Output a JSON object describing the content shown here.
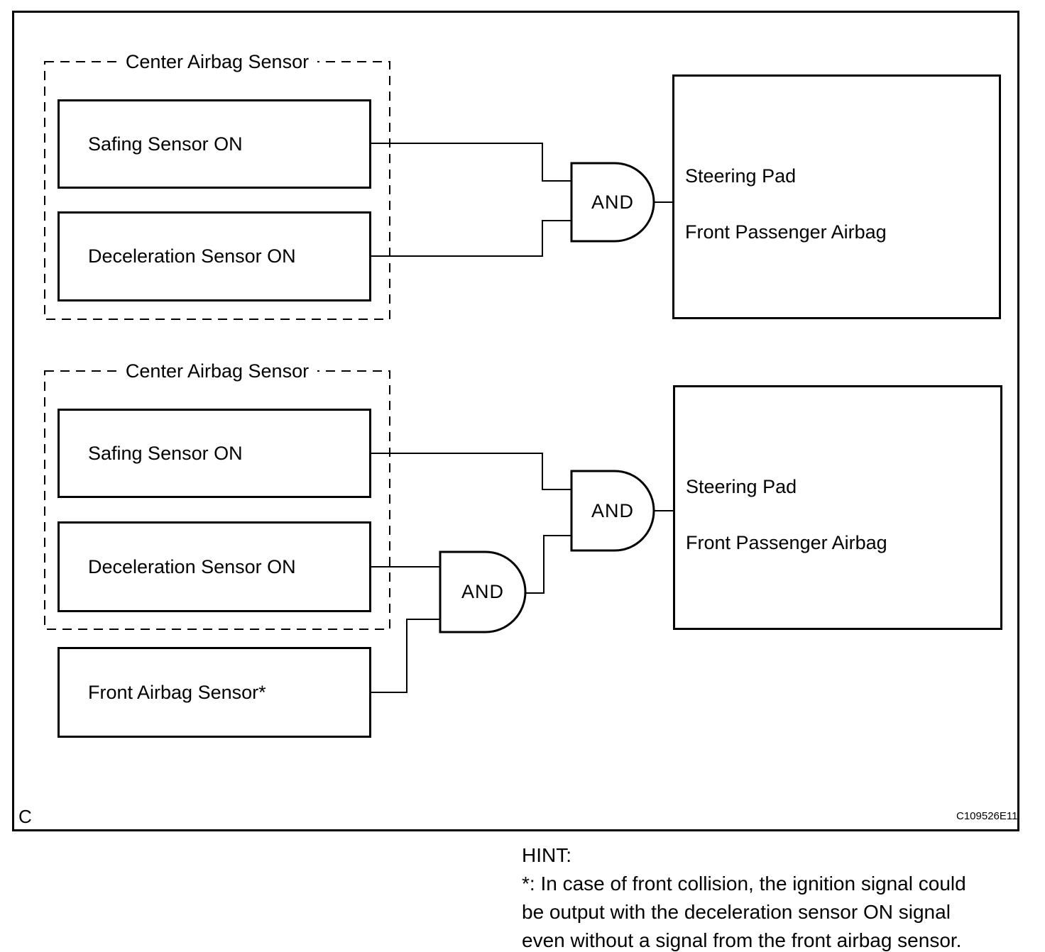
{
  "colors": {
    "ink": "#000000",
    "paper": "#ffffff"
  },
  "figure": {
    "label": "C",
    "code": "C109526E11"
  },
  "section1": {
    "group_label": "Center Airbag Sensor",
    "safing_label": "Safing Sensor ON",
    "deceleration_label": "Deceleration Sensor ON",
    "gate_label": "AND",
    "output_line1": "Steering Pad",
    "output_line2": "Front Passenger Airbag"
  },
  "section2": {
    "group_label": "Center Airbag Sensor",
    "safing_label": "Safing Sensor ON",
    "deceleration_label": "Deceleration Sensor ON",
    "front_airbag_label": "Front Airbag Sensor*",
    "gate1_label": "AND",
    "gate2_label": "AND",
    "output_line1": "Steering Pad",
    "output_line2": "Front Passenger Airbag"
  },
  "hint": {
    "title": "HINT:",
    "line1": "*: In case of front collision, the ignition signal could",
    "line2": "be output with the deceleration sensor ON signal",
    "line3": "even without a signal from the front airbag sensor."
  }
}
